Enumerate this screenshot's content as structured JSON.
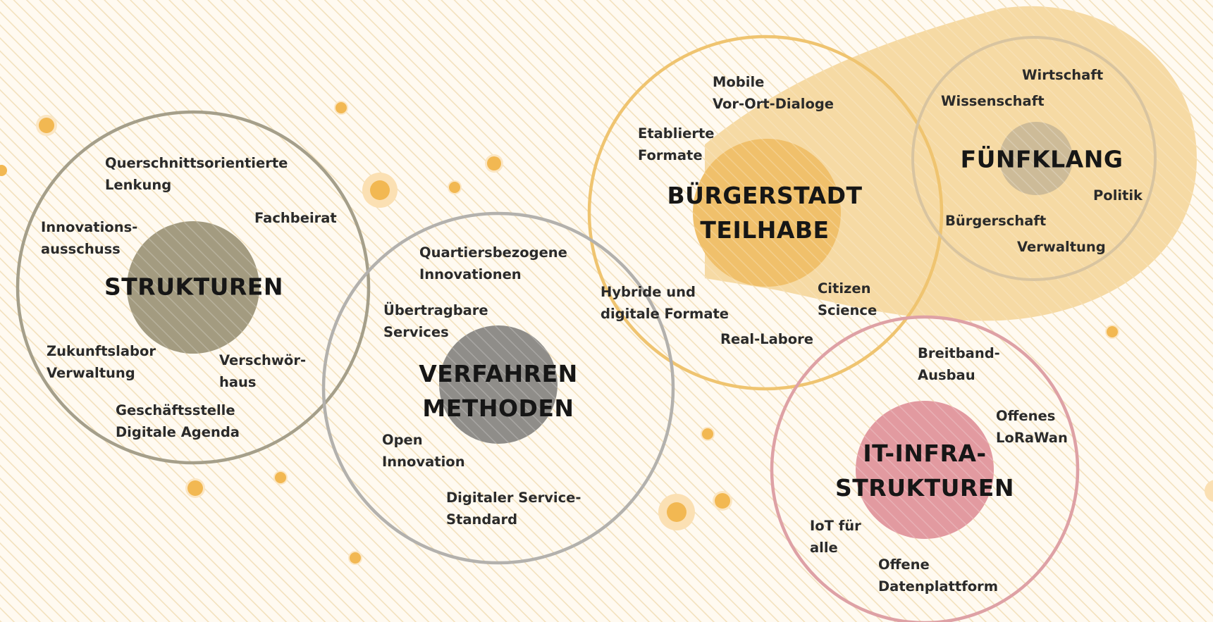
{
  "clusters": {
    "strukturen": {
      "title": [
        "STRUKTUREN"
      ],
      "items": [
        [
          "Querschnittsorientierte",
          "Lenkung"
        ],
        [
          "Fachbeirat"
        ],
        [
          "Innovations-",
          "ausschuss"
        ],
        [
          "Zukunftslabor",
          "Verwaltung"
        ],
        [
          "Verschwör-",
          "haus"
        ],
        [
          "Geschäftsstelle",
          "Digitale Agenda"
        ]
      ]
    },
    "verfahren": {
      "title": [
        "VERFAHREN",
        "METHODEN"
      ],
      "items": [
        [
          "Quartiersbezogene",
          "Innovationen"
        ],
        [
          "Übertragbare",
          "Services"
        ],
        [
          "Open",
          "Innovation"
        ],
        [
          "Digitaler Service-",
          "Standard"
        ]
      ]
    },
    "buergerstadt": {
      "title": [
        "BÜRGERSTADT",
        "TEILHABE"
      ],
      "items": [
        [
          "Mobile",
          "Vor-Ort-Dialoge"
        ],
        [
          "Etablierte",
          "Formate"
        ],
        [
          "Hybride und",
          "digitale Formate"
        ],
        [
          "Citizen",
          "Science"
        ],
        [
          "Real-Labore"
        ]
      ]
    },
    "fuenfklang": {
      "title": [
        "FÜNFKLANG"
      ],
      "items": [
        [
          "Wirtschaft"
        ],
        [
          "Wissenschaft"
        ],
        [
          "Politik"
        ],
        [
          "Bürgerschaft"
        ],
        [
          "Verwaltung"
        ]
      ]
    },
    "it": {
      "title": [
        "IT-INFRA-",
        "STRUKTUREN"
      ],
      "items": [
        [
          "Breitband-",
          "Ausbau"
        ],
        [
          "Offenes",
          "LoRaWan"
        ],
        [
          "IoT für",
          "alle"
        ],
        [
          "Offene",
          "Datenplattform"
        ]
      ]
    }
  },
  "colors": {
    "background": "#fffaf1",
    "hatch": "#f3e1bd",
    "strukturen_ring": "#a59f8a",
    "strukturen_core": "#a39b80",
    "verfahren_ring": "#b3b1ad",
    "verfahren_core": "#8f8d89",
    "buergerstadt_ring": "#efc470",
    "buergerstadt_core": "#f0c06b",
    "fuenfklang_blob": "#f5d69b",
    "fuenfklang_core": "#cdbb98",
    "it_ring": "#dea1a5",
    "it_core": "#e29aa0",
    "dot": "#f2b852"
  }
}
